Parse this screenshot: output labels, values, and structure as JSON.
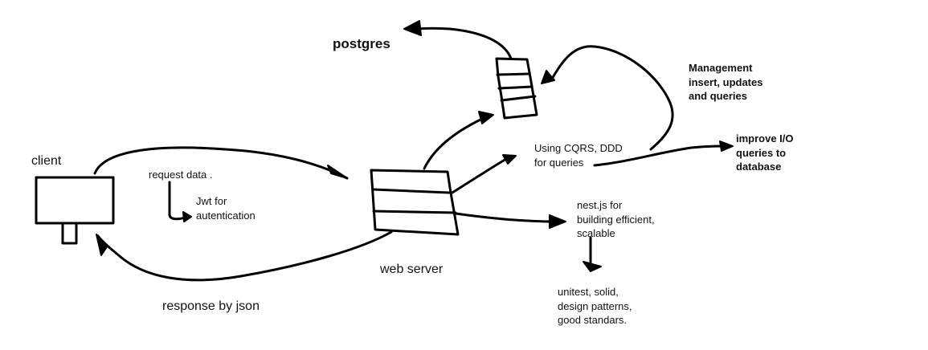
{
  "nodes": {
    "client": "client",
    "web_server": "web server",
    "postgres": "postgres"
  },
  "edges": {
    "request": "request data  .",
    "jwt": [
      "Jwt for",
      "autentication"
    ],
    "response": "response by json"
  },
  "notes": {
    "cqrs": [
      "Using CQRS, DDD",
      "for queries"
    ],
    "management": [
      "Management",
      "insert, updates",
      "and queries"
    ],
    "improve_io": [
      "improve I/O",
      "queries to",
      "database"
    ],
    "nestjs": [
      "nest.js for",
      "building efficient,",
      "scalable"
    ],
    "practices": [
      "unitest, solid,",
      "design patterns,",
      "good standars."
    ]
  }
}
